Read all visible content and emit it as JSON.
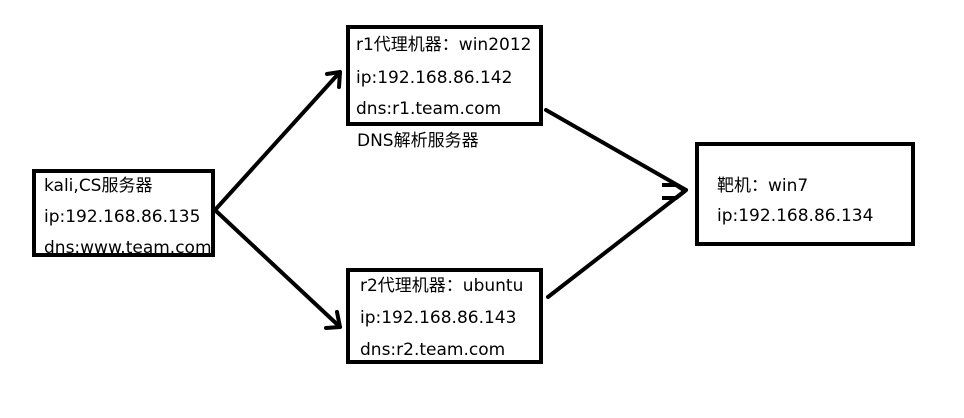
{
  "nodes": {
    "kali": {
      "line1": "kali,CS服务器",
      "line2": "ip:192.168.86.135",
      "line3": "dns:www.team.com"
    },
    "r1": {
      "line1": "r1代理机器：win2012",
      "line2": "ip:192.168.86.142",
      "line3": "dns:r1.team.com",
      "caption": "DNS解析服务器"
    },
    "r2": {
      "line1": "r2代理机器：ubuntu",
      "line2": "ip:192.168.86.143",
      "line3": "dns:r2.team.com"
    },
    "target": {
      "line1": "靶机：win7",
      "line2": "ip:192.168.86.134"
    }
  },
  "colors": {
    "stroke": "#000000",
    "background": "#ffffff"
  }
}
